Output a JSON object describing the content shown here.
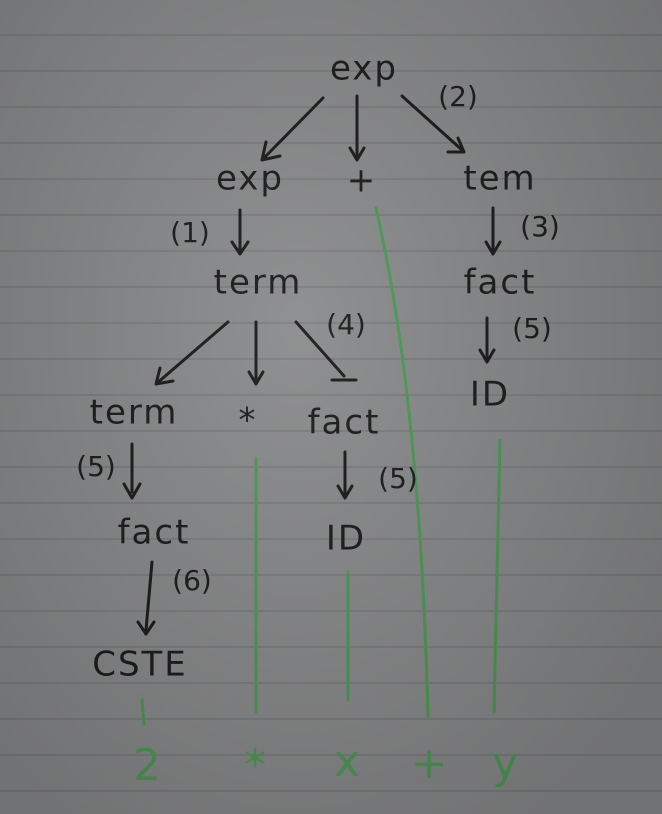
{
  "tree": {
    "root": "exp",
    "root_rule": "(2)",
    "level1": {
      "left": "exp",
      "mid": "+",
      "right": "tem"
    },
    "rule_exp_term": "(1)",
    "rule_tem_fact": "(3)",
    "term1": "term",
    "rule_term_split": "(4)",
    "fact_right": "fact",
    "rule_fact_id_right": "(5)",
    "id_right": "ID",
    "level3": {
      "left": "term",
      "mid": "*",
      "right": "fact"
    },
    "rule_term_fact_left": "(5)",
    "rule_fact_id_mid": "(5)",
    "fact_left": "fact",
    "id_mid": "ID",
    "rule_fact_cste": "(6)",
    "cste": "CSTE"
  },
  "leaves": [
    "2",
    "*",
    "x",
    "+",
    "y"
  ]
}
